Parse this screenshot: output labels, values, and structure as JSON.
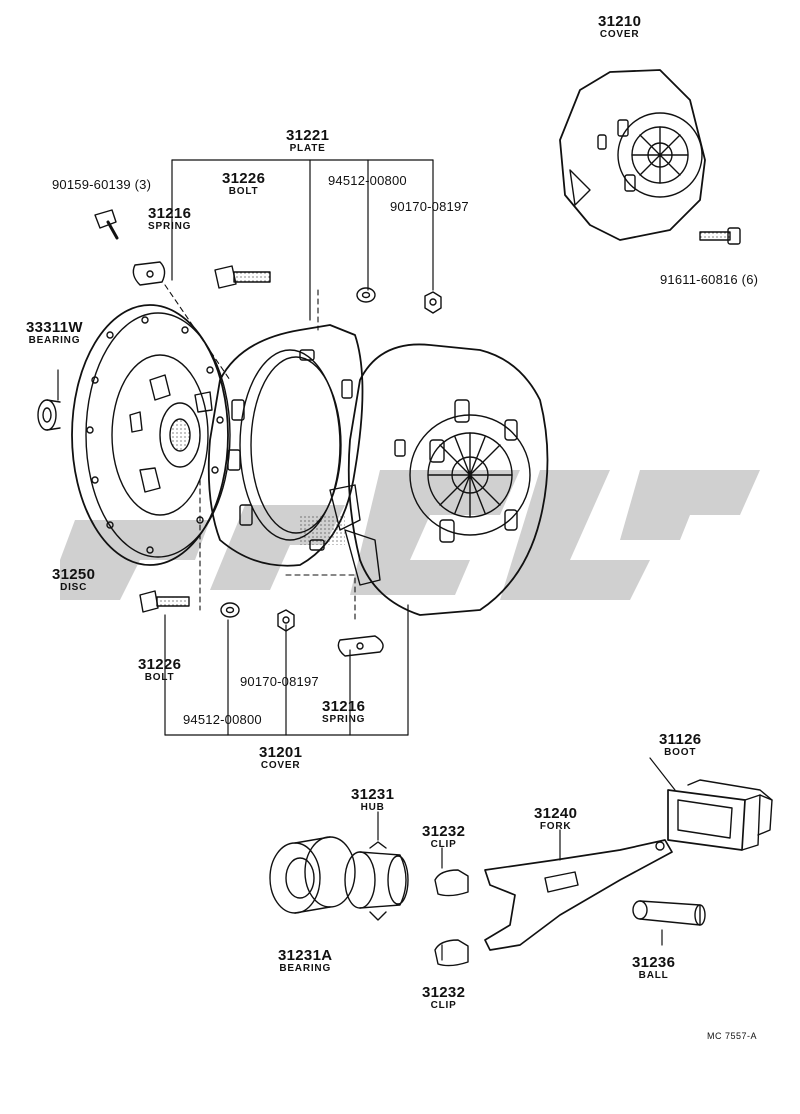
{
  "parts": [
    {
      "id": "p31210",
      "number": "31210",
      "name": "COVER"
    },
    {
      "id": "p31221",
      "number": "31221",
      "name": "PLATE"
    },
    {
      "id": "p31226a",
      "number": "31226",
      "name": "BOLT"
    },
    {
      "id": "p31216a",
      "number": "31216",
      "name": "SPRING"
    },
    {
      "id": "p33311w",
      "number": "33311W",
      "name": "BEARING"
    },
    {
      "id": "p31250",
      "number": "31250",
      "name": "DISC"
    },
    {
      "id": "p31226b",
      "number": "31226",
      "name": "BOLT"
    },
    {
      "id": "p31216b",
      "number": "31216",
      "name": "SPRING"
    },
    {
      "id": "p31201",
      "number": "31201",
      "name": "COVER"
    },
    {
      "id": "p31231",
      "number": "31231",
      "name": "HUB"
    },
    {
      "id": "p31232a",
      "number": "31232",
      "name": "CLIP"
    },
    {
      "id": "p31240",
      "number": "31240",
      "name": "FORK"
    },
    {
      "id": "p31126",
      "number": "31126",
      "name": "BOOT"
    },
    {
      "id": "p31231a",
      "number": "31231A",
      "name": "BEARING"
    },
    {
      "id": "p31236",
      "number": "31236",
      "name": "BALL"
    },
    {
      "id": "p31232b",
      "number": "31232",
      "name": "CLIP"
    }
  ],
  "hardware": {
    "screw_top": "90159-60139 (3)",
    "washer_top": "94512-00800",
    "nut_top": "90170-08197",
    "bolt_cover": "91611-60816 (6)",
    "nut_bottom": "90170-08197",
    "washer_bottom": "94512-00800"
  },
  "diagram_ref": "MC 7557-A"
}
